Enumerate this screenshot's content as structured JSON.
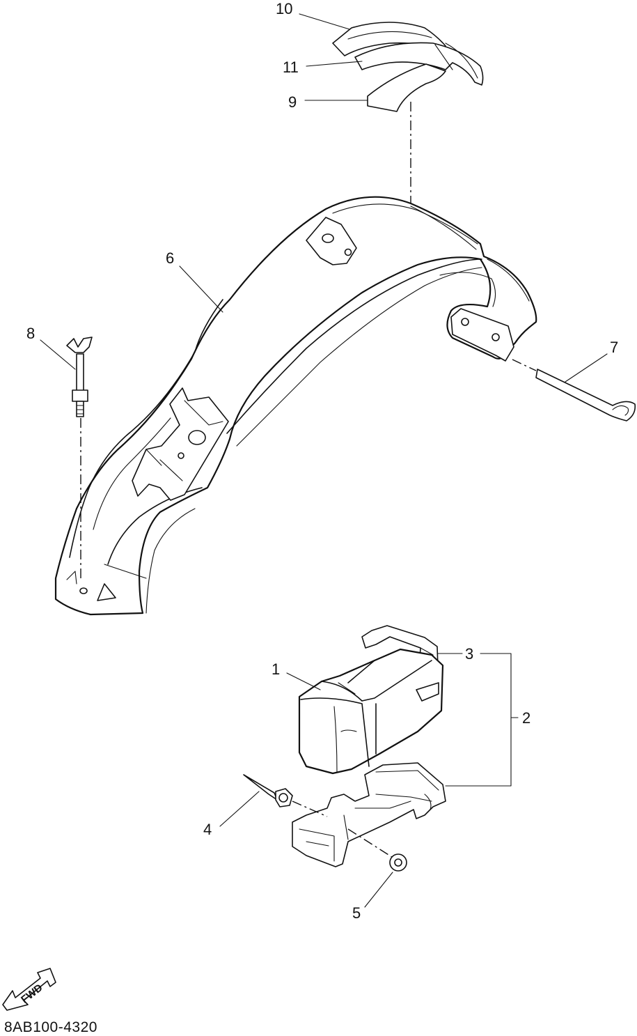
{
  "diagram": {
    "callouts": [
      {
        "id": "1",
        "label": "1"
      },
      {
        "id": "2",
        "label": "2"
      },
      {
        "id": "3",
        "label": "3"
      },
      {
        "id": "4",
        "label": "4"
      },
      {
        "id": "5",
        "label": "5"
      },
      {
        "id": "6",
        "label": "6"
      },
      {
        "id": "7",
        "label": "7"
      },
      {
        "id": "8",
        "label": "8"
      },
      {
        "id": "9",
        "label": "9"
      },
      {
        "id": "10",
        "label": "10"
      },
      {
        "id": "11",
        "label": "11"
      }
    ],
    "direction_indicator": "FWD",
    "document_code": "8AB100-4320"
  }
}
